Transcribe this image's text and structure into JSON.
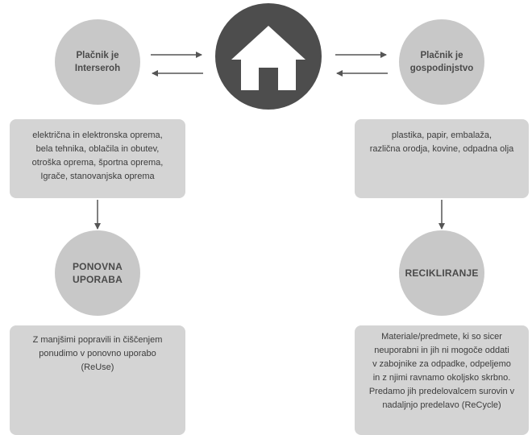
{
  "center": {
    "icon": "home-icon"
  },
  "left": {
    "payer": "Plačnik je\nInterseroh",
    "items": "električna in elektronska oprema,\nbela tehnika, oblačila in obutev,\notroška oprema, športna oprema,\nIgrače, stanovanjska oprema",
    "process": "PONOVNA\nUPORABA",
    "description": "Z manjšimi popravili in čiščenjem\nponudimo  v ponovno uporabo\n(ReUse)"
  },
  "right": {
    "payer": "Plačnik je\ngospodinjstvo",
    "items": "plastika, papir, embalaža,\nrazlična orodja, kovine, odpadna olja",
    "process": "RECIKLIRANJE",
    "description": "Materiale/predmete, ki so sicer\nneuporabni in jih ni mogoče oddati\nv zabojnike za odpadke, odpeljemo\nin z njimi ravnamo okoljsko skrbno.\nPredamo jih predelovalcem surovin v\nnadaljnjo predelavo (ReCycle)"
  },
  "colors": {
    "circle": "#c8c8c8",
    "box": "#d4d4d4",
    "home": "#4d4d4d",
    "arrow": "#555555"
  }
}
